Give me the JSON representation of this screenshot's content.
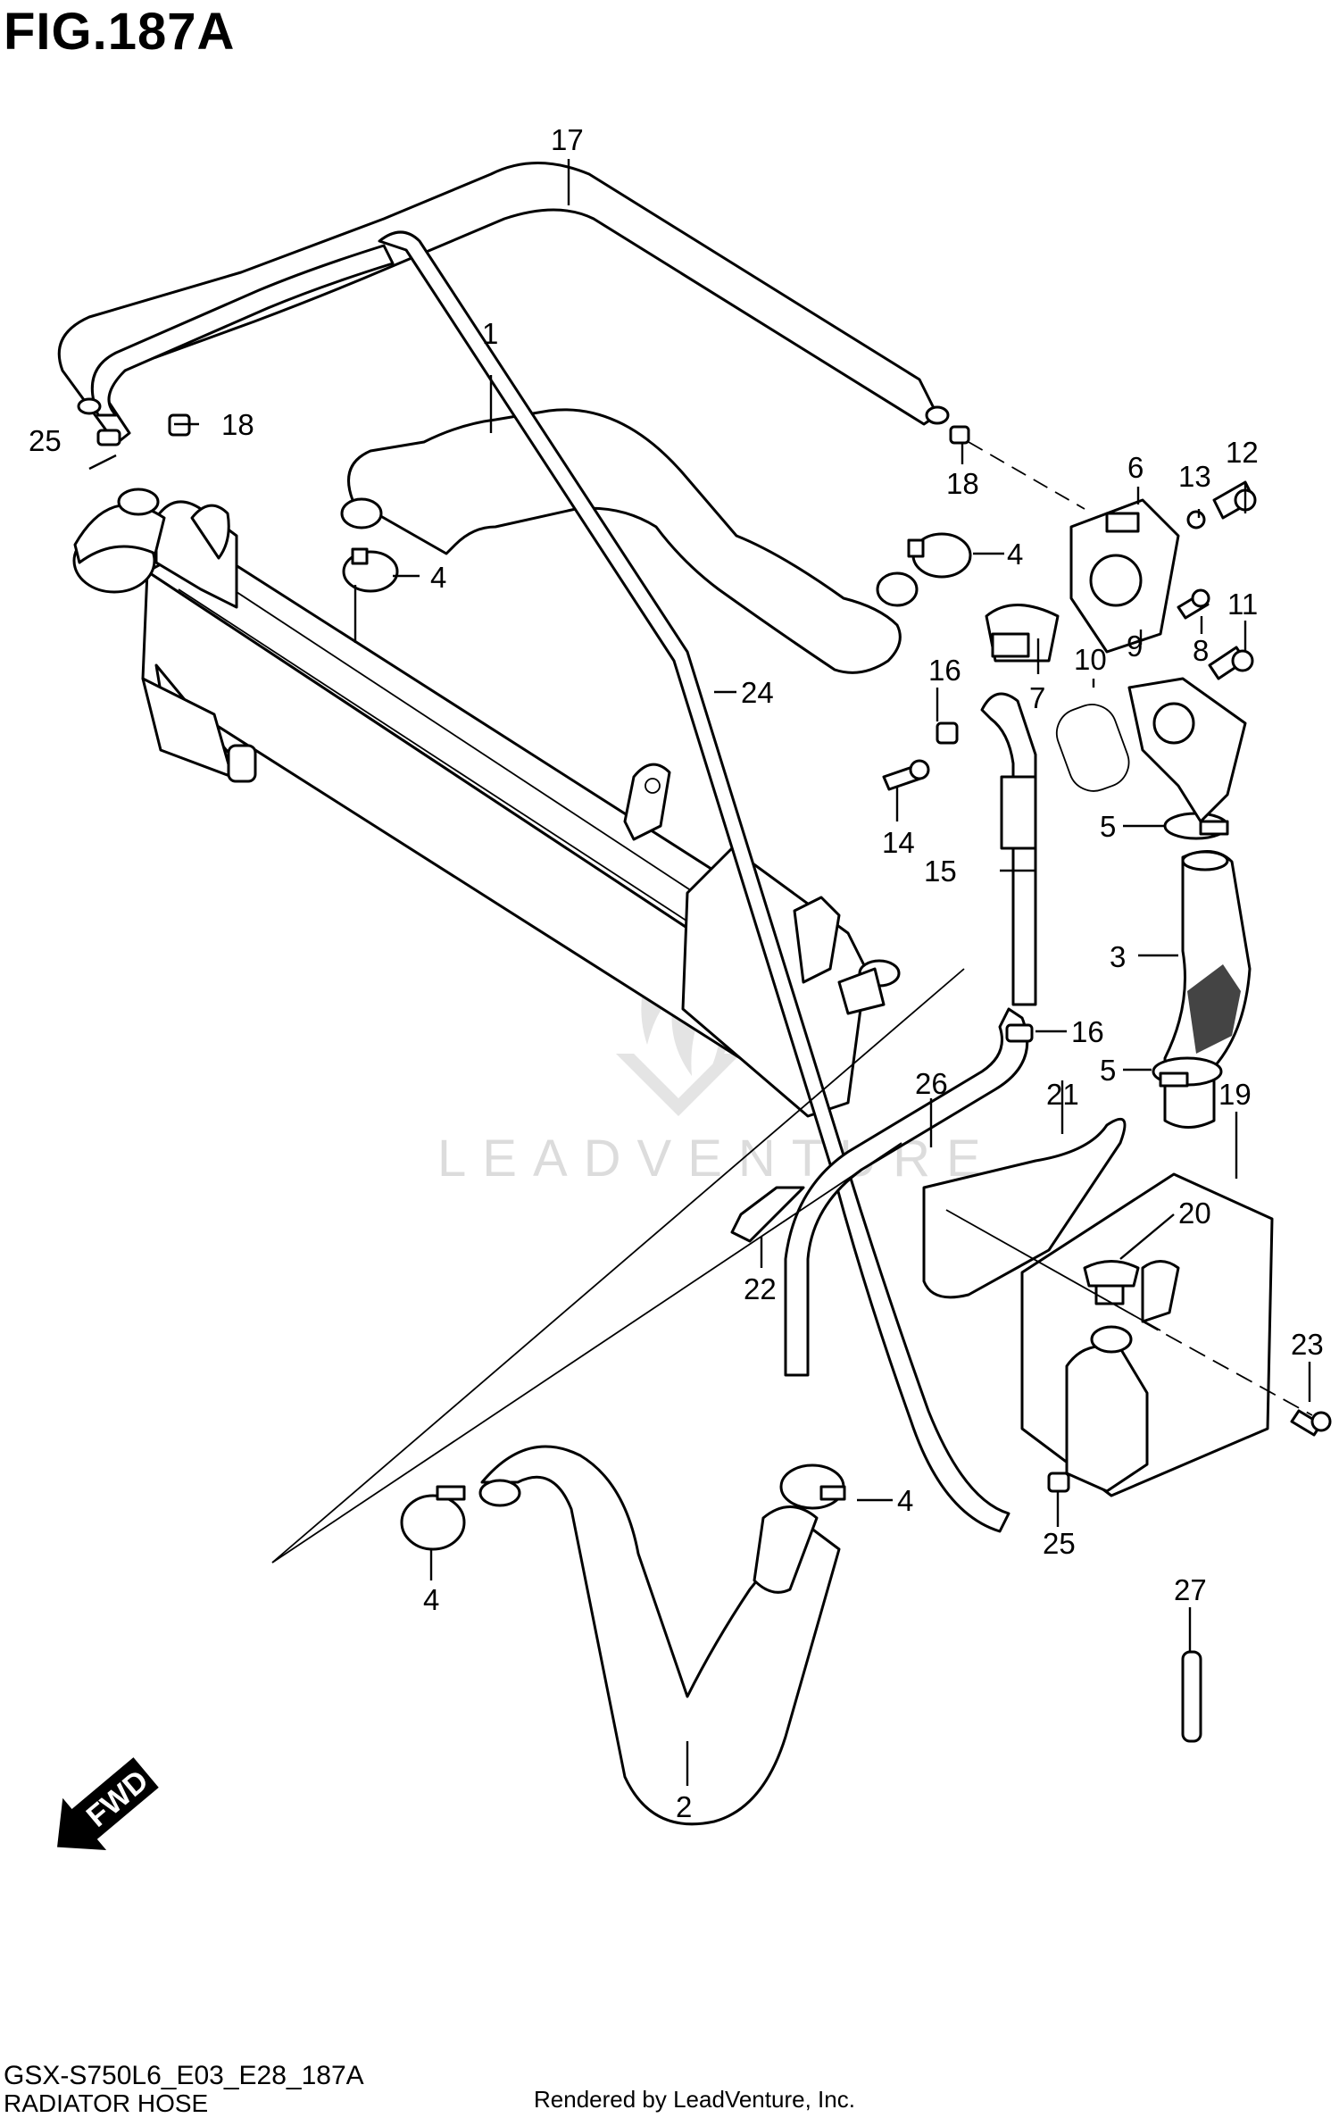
{
  "figure": {
    "title": "FIG.187A",
    "model_code": "GSX-S750L6_E03_E28_187A",
    "subtitle": "RADIATOR HOSE",
    "render_credit": "Rendered by LeadVenture, Inc.",
    "watermark": "LEADVENTURE",
    "fwd_label": "FWD"
  },
  "callouts": [
    {
      "id": "c1",
      "label": "1"
    },
    {
      "id": "c2",
      "label": "2"
    },
    {
      "id": "c3",
      "label": "3"
    },
    {
      "id": "c4a",
      "label": "4"
    },
    {
      "id": "c4b",
      "label": "4"
    },
    {
      "id": "c4c",
      "label": "4"
    },
    {
      "id": "c4d",
      "label": "4"
    },
    {
      "id": "c5a",
      "label": "5"
    },
    {
      "id": "c5b",
      "label": "5"
    },
    {
      "id": "c6",
      "label": "6"
    },
    {
      "id": "c7",
      "label": "7"
    },
    {
      "id": "c8",
      "label": "8"
    },
    {
      "id": "c9",
      "label": "9"
    },
    {
      "id": "c10",
      "label": "10"
    },
    {
      "id": "c11",
      "label": "11"
    },
    {
      "id": "c12",
      "label": "12"
    },
    {
      "id": "c13",
      "label": "13"
    },
    {
      "id": "c14",
      "label": "14"
    },
    {
      "id": "c15",
      "label": "15"
    },
    {
      "id": "c16a",
      "label": "16"
    },
    {
      "id": "c16b",
      "label": "16"
    },
    {
      "id": "c17",
      "label": "17"
    },
    {
      "id": "c18a",
      "label": "18"
    },
    {
      "id": "c18b",
      "label": "18"
    },
    {
      "id": "c19",
      "label": "19"
    },
    {
      "id": "c20",
      "label": "20"
    },
    {
      "id": "c21",
      "label": "21"
    },
    {
      "id": "c22",
      "label": "22"
    },
    {
      "id": "c23",
      "label": "23"
    },
    {
      "id": "c24",
      "label": "24"
    },
    {
      "id": "c25a",
      "label": "25"
    },
    {
      "id": "c25b",
      "label": "25"
    },
    {
      "id": "c26",
      "label": "26"
    },
    {
      "id": "c27",
      "label": "27"
    }
  ]
}
